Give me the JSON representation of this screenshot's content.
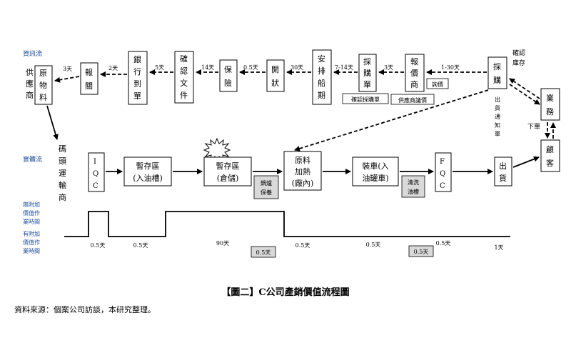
{
  "lanes": {
    "info": "資訊流",
    "physical": "實體流",
    "nva": [
      "無附加",
      "價值作",
      "業時間"
    ],
    "va": [
      "有附加",
      "價值作",
      "業時間"
    ]
  },
  "info_flow": {
    "supplier": [
      "供",
      "應",
      "商"
    ],
    "raw_material": [
      "原",
      "物",
      "料"
    ],
    "report_closing": [
      "報",
      "關"
    ],
    "bank_bill": [
      "銀",
      "行",
      "到",
      "單"
    ],
    "confirm_document": [
      "確",
      "認",
      "文",
      "件"
    ],
    "insurance": [
      "保",
      "險"
    ],
    "open_lc": [
      "開",
      "狀"
    ],
    "arrange_ship": [
      "安",
      "排",
      "船",
      "期"
    ],
    "purchase_order": [
      "採",
      "購",
      "單"
    ],
    "quotation": [
      "報",
      "價",
      "商"
    ],
    "purchasing": [
      "採",
      "購"
    ],
    "business": [
      "業",
      "務"
    ],
    "customer": [
      "顧",
      "客"
    ],
    "lbl_3d_a": "3天",
    "lbl_2d": "2天",
    "lbl_5d": "5天",
    "lbl_14d": "14天",
    "lbl_05d": "0.5天",
    "lbl_30d": "30天",
    "lbl_7_14d": "7-14天",
    "lbl_3d_b": "3天",
    "lbl_1_30d": "1-30天",
    "confirm_po_note": "確認採購單",
    "supplier_quote_note": "供應商議價",
    "inquiry_note": "詢價",
    "confirm_stock": [
      "確認",
      "庫存"
    ],
    "shipping_notice": [
      "出",
      "貨",
      "通",
      "知",
      "單"
    ],
    "place_order": "下單"
  },
  "physical_flow": {
    "terminal_transport": [
      "碼",
      "頭",
      "運",
      "輸",
      "商"
    ],
    "iqc": [
      "I",
      "Q",
      "C"
    ],
    "storage_tank": [
      "暫存區",
      "(入油槽)"
    ],
    "storage_warehouse": [
      "暫存區",
      "(倉儲)"
    ],
    "boiler_maintenance": [
      "鍋爐",
      "保養"
    ],
    "heating": [
      "原料",
      "加熱",
      "(廠內)"
    ],
    "loading": [
      "裝車(入",
      "油罐車)"
    ],
    "cleaning_tank": [
      "清洗",
      "油槽"
    ],
    "fqc": [
      "F",
      "Q",
      "C"
    ],
    "shipping": [
      "出",
      "貨"
    ]
  },
  "timeline": {
    "labels": [
      "0.5天",
      "0.5天",
      "90天",
      "0.5天",
      "0.5天",
      "0.5天",
      "1天"
    ],
    "boxed": [
      "0.5天",
      "0.5天"
    ]
  },
  "caption": "【圖二】C公司產銷價值流程圖",
  "source": "資料來源：個案公司訪談，本研究整理。"
}
